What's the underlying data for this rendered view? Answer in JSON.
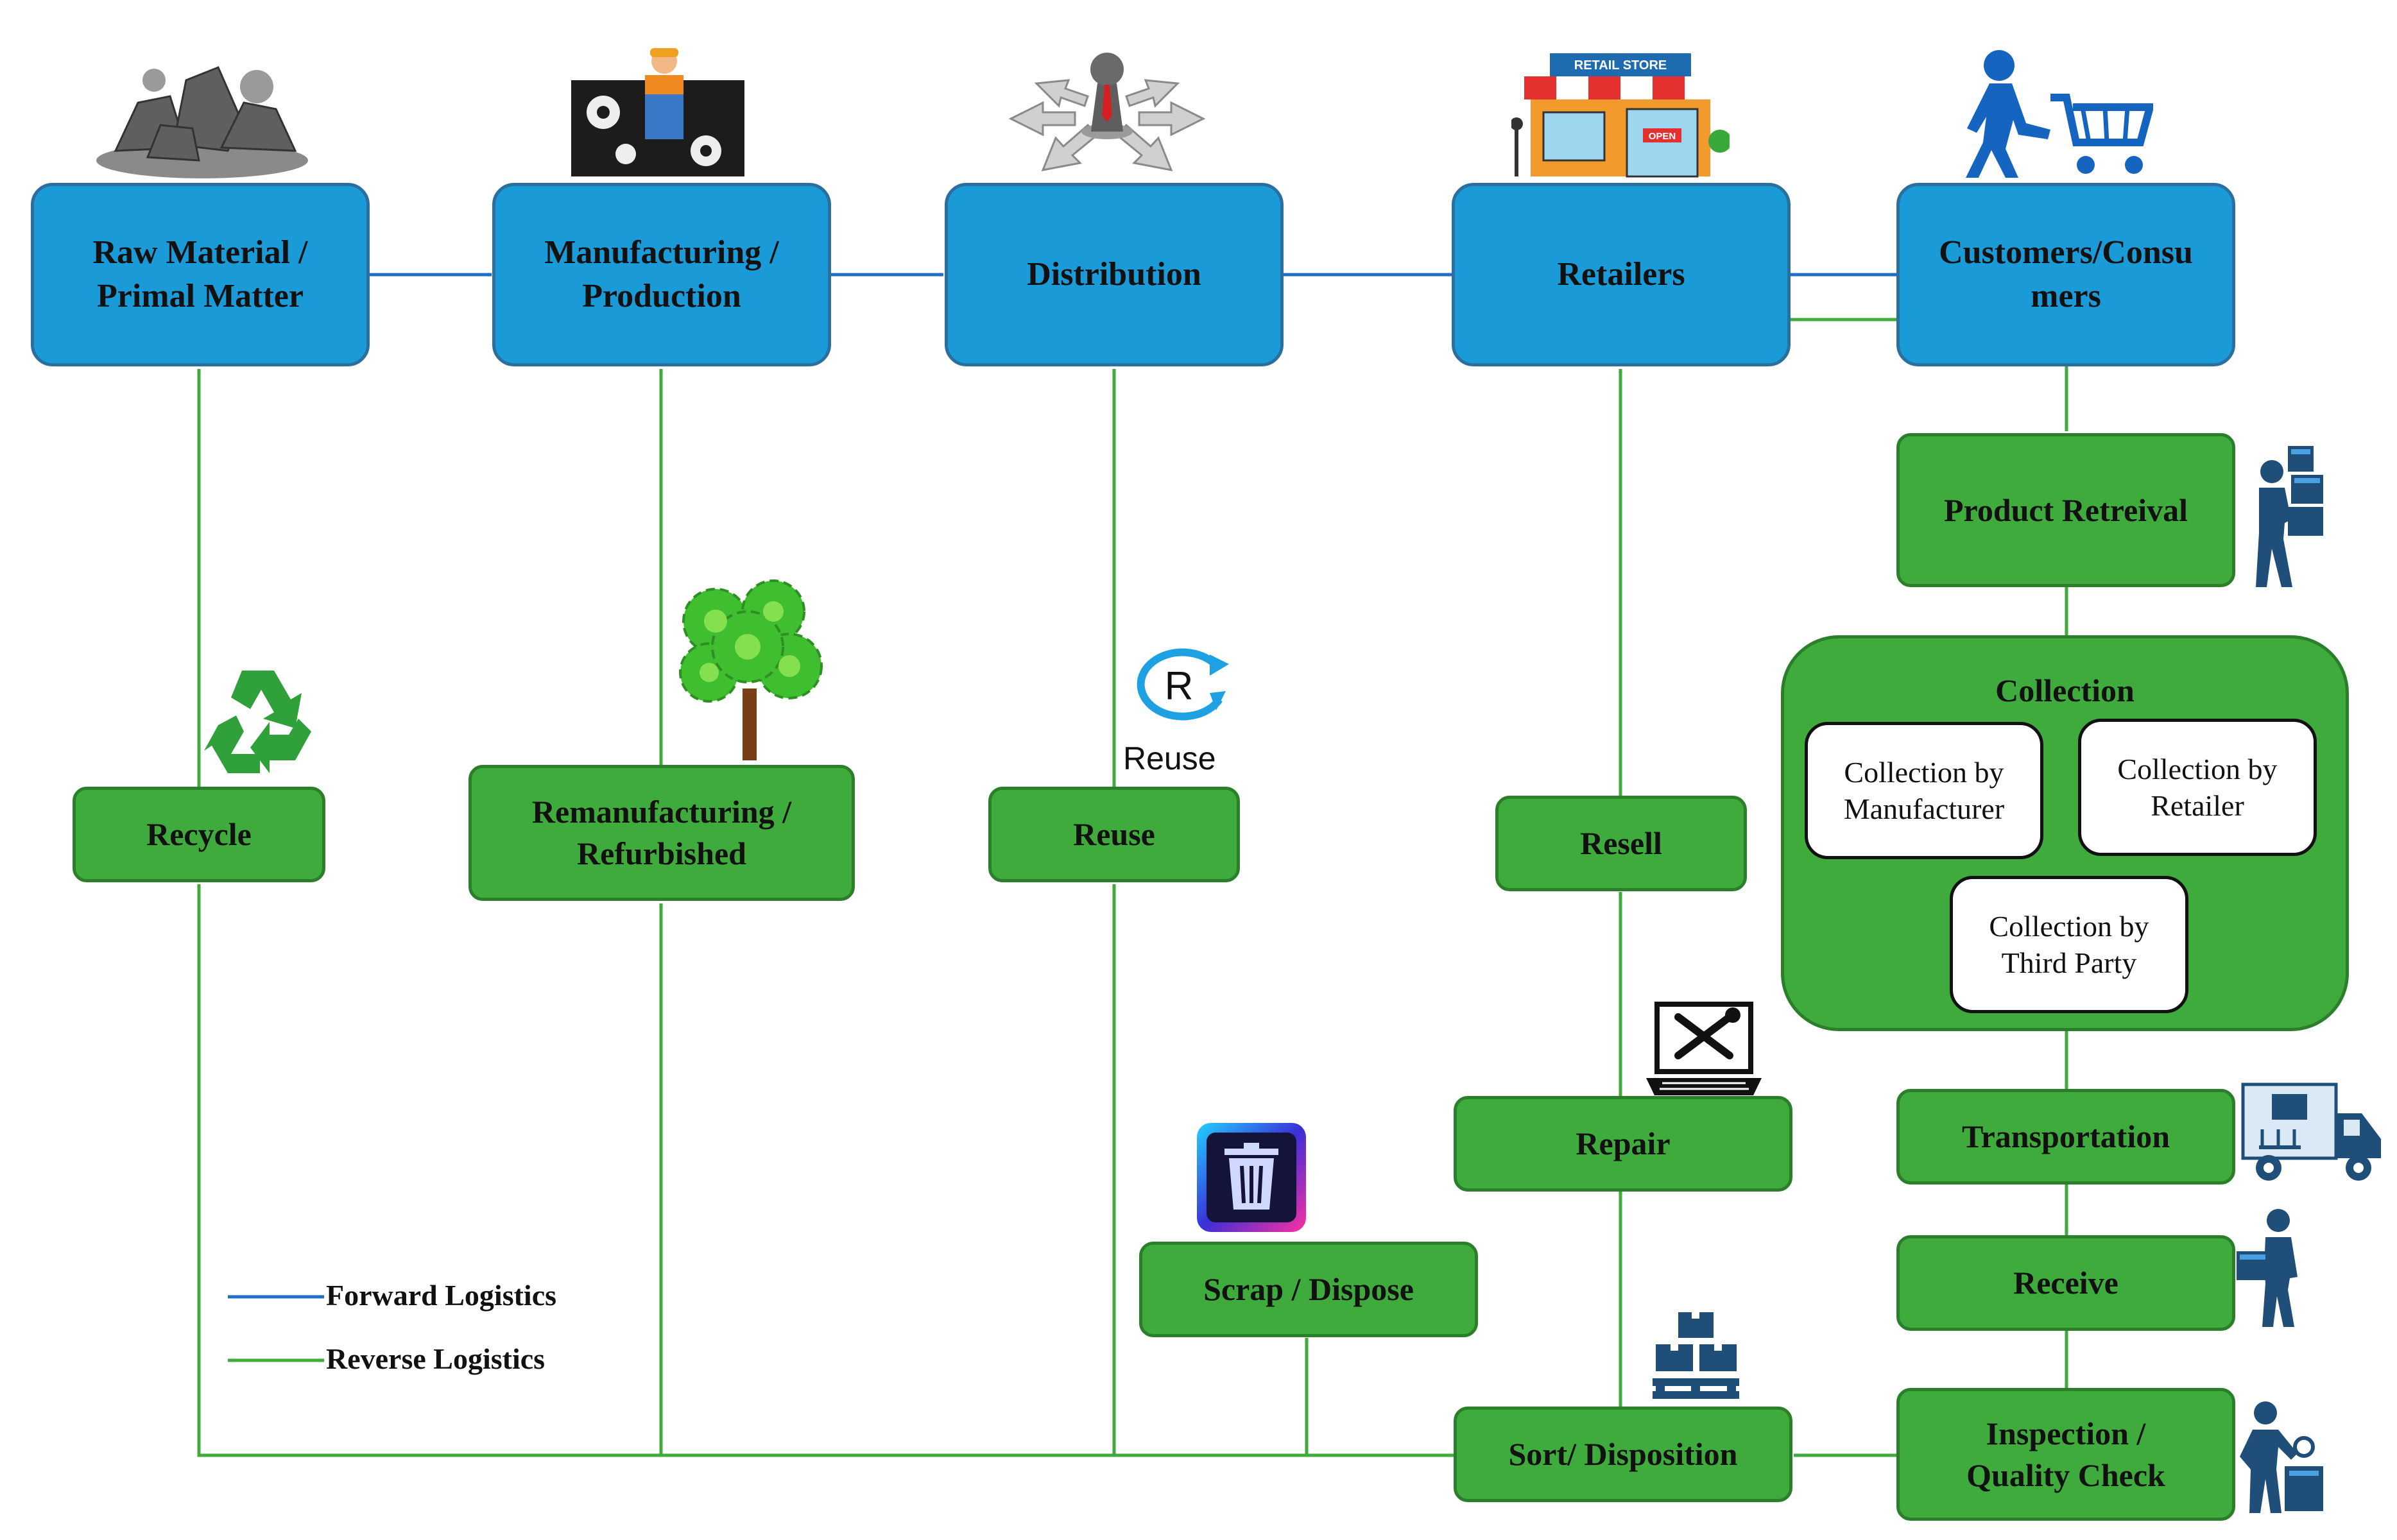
{
  "colors": {
    "forward": "#1f6fc4",
    "reverse": "#40ab3d",
    "stage_blue": "#1a9ad6",
    "stage_green": "#40ab3d"
  },
  "forward_stages": {
    "raw_material": "Raw Material /\nPrimal Matter",
    "manufacturing": "Manufacturing /\nProduction",
    "distribution": "Distribution",
    "retailers": "Retailers",
    "customers": "Customers/Consu\nmers"
  },
  "reverse_stages": {
    "product_retrieval": "Product Retreival",
    "collection_title": "Collection",
    "collection_manufacturer": "Collection by\nManufacturer",
    "collection_retailer": "Collection by\nRetailer",
    "collection_third_party": "Collection by\nThird Party",
    "transportation": "Transportation",
    "receive": "Receive",
    "inspection": "Inspection /\nQuality Check",
    "sort_disposition": "Sort/ Disposition",
    "scrap_dispose": "Scrap / Dispose",
    "repair": "Repair",
    "resell": "Resell",
    "reuse": "Reuse",
    "remanufacturing": "Remanufacturing /\nRefurbished",
    "recycle": "Recycle"
  },
  "icons": {
    "raw_material": "metal-ores-icon",
    "manufacturing": "factory-worker-icon",
    "distribution": "distribution-arrows-icon",
    "retailers": "retail-store-icon",
    "customers": "shopping-cart-person-icon",
    "product_retrieval": "person-carrying-boxes-icon",
    "transportation": "delivery-truck-icon",
    "receive": "person-receiving-box-icon",
    "inspection": "person-inspecting-box-icon",
    "sort_disposition": "pallet-boxes-icon",
    "scrap_dispose": "trash-bin-icon",
    "repair": "laptop-tools-icon",
    "reuse": "reuse-r-icon",
    "remanufacturing": "gear-tree-icon",
    "recycle": "recycle-icon"
  },
  "icon_labels": {
    "retail_sign": "RETAIL STORE",
    "open_sign": "OPEN",
    "reuse_letter": "R",
    "reuse_word": "Reuse"
  },
  "legend": {
    "forward": "Forward Logistics",
    "reverse": "Reverse Logistics"
  }
}
